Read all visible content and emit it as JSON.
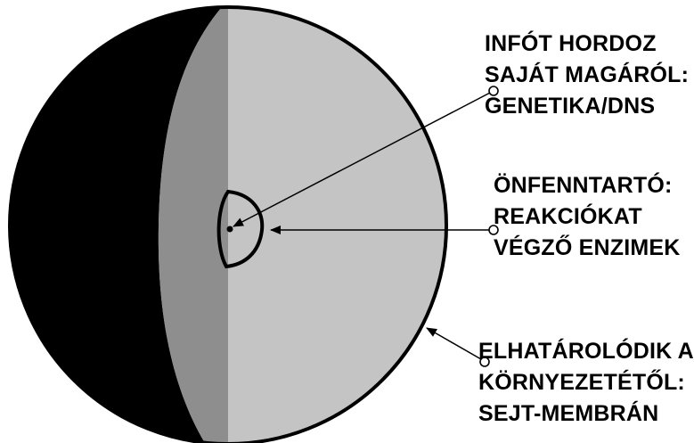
{
  "colors": {
    "shadow": "#000000",
    "mid_gray": "#8e8e8e",
    "light_gray": "#c4c4c4",
    "outline": "#000000",
    "text": "#000000"
  },
  "labels": {
    "genetics": [
      "INFÓT HORDOZ",
      "SAJÁT MAGÁRÓL:",
      "GENETIKA/DNS"
    ],
    "enzymes": [
      "ÖNFENNTARTÓ:",
      "REAKCIÓKAT",
      "VÉGZŐ ENZIMEK"
    ],
    "membrane": [
      "ELHATÁROLÓDIK A",
      "KÖRNYEZETÉTŐL:",
      "SEJT-MEMBRÁN"
    ]
  }
}
